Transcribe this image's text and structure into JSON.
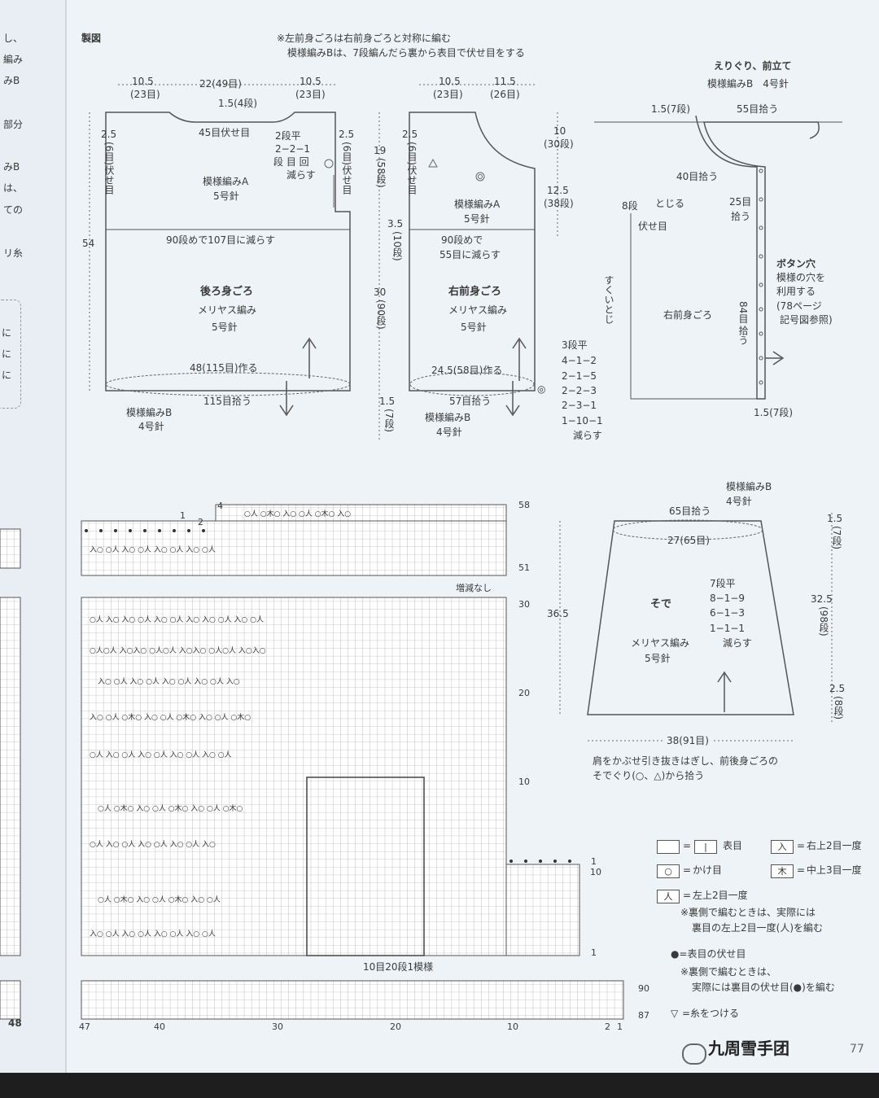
{
  "left_page": {
    "text_lines": [
      "し、",
      "編み",
      "みB",
      "",
      "部分",
      "",
      "みB",
      "は、",
      "ての",
      "",
      "リ糸"
    ],
    "side_text": [
      "に",
      "に",
      "に"
    ],
    "page_number": "48"
  },
  "header": {
    "section": "製図",
    "note1": "※左前身ごろは右前身ごろと対称に編む",
    "note2": "模様編みBは、7段編んだら裏から表目で伏せ目をする"
  },
  "back": {
    "dim_left": "10.5",
    "dim_left_sub": "(23目)",
    "dim_mid": "22(49目)",
    "dim_right": "10.5",
    "dim_right_sub": "(23目)",
    "neck_depth": "1.5(4段)",
    "bind_off": "45目伏せ目",
    "neck_dec": [
      "2段平",
      "2−2−1",
      "段 目 回",
      "減らす"
    ],
    "side_dim": "2.5",
    "side_dim_sub": "(6目)伏せ目",
    "pattern": "模様編みA",
    "needle": "5号針",
    "dec_note": "90段めで107目に減らす",
    "name": "後ろ身ごろ",
    "stitch": "メリヤス編み",
    "needle2": "5号針",
    "cast_on": "48(115目)作る",
    "pickup": "115目拾う",
    "hem": "模様編みB",
    "hem_needle": "4号針",
    "height": "54"
  },
  "mid_dims": {
    "d1": "19",
    "d1_sub": "(58段)",
    "d2": "3.5",
    "d2_sub": "(10段)",
    "d3": "30",
    "d3_sub": "(90段)",
    "d4": "1.5",
    "d4_sub": "(7段)"
  },
  "front": {
    "dim_left": "10.5",
    "dim_left_sub": "(23目)",
    "dim_right": "11.5",
    "dim_right_sub": "(26目)",
    "neck": "10",
    "neck_sub": "(30段)",
    "neck2": "12.5",
    "neck2_sub": "(38段)",
    "side_dim": "2.5",
    "side_dim_sub": "(6目)伏せ目",
    "pattern": "模様編みA",
    "needle": "5号針",
    "dec_note1": "90段めで",
    "dec_note2": "55目に減らす",
    "name": "右前身ごろ",
    "stitch": "メリヤス編み",
    "needle2": "5号針",
    "cast_on": "24.5(58目)作る",
    "pickup": "57目拾う",
    "hem": "模様編みB",
    "hem_needle": "4号針",
    "neck_dec": [
      "3段平",
      "4−1−2",
      "2−1−5",
      "2−2−3",
      "2−3−1",
      "1−10−1",
      "減らす"
    ],
    "mark": "◎"
  },
  "collar": {
    "title": "えりぐり、前立て",
    "subtitle": "模様編みB　4号針",
    "top_dim": "1.5(7段)",
    "pickup_top": "55目拾う",
    "pickup_40": "40目拾う",
    "close": "とじる",
    "rows8": "8段",
    "bind_off": "伏せ目",
    "seam": "すくいとじ",
    "pickup_25": "25目",
    "pickup_25b": "拾う",
    "buttonhole_title": "ボタン穴",
    "buttonhole_lines": [
      "模様の穴を",
      "利用する",
      "(78ページ",
      "記号図参照)"
    ],
    "body_name": "右前身ごろ",
    "pickup_84": "84目",
    "pickup_84b": "拾う",
    "bottom_dim": "1.5(7段)"
  },
  "sleeve": {
    "hem": "模様編みB",
    "hem_needle": "4号針",
    "pickup": "65目拾う",
    "top_width": "27(65目)",
    "name": "そで",
    "stitch": "メリヤス編み",
    "needle": "5号針",
    "inc": [
      "7段平",
      "8−1−9",
      "6−1−3",
      "1−1−1",
      "減らす"
    ],
    "height": "36.5",
    "d1": "1.5",
    "d1_sub": "(7段)",
    "d2": "32.5",
    "d2_sub": "(98段)",
    "d3": "2.5",
    "d3_sub": "(8段)",
    "bottom": "38(91目)",
    "note1": "肩をかぶせ引き抜きはぎし、前後身ごろの",
    "note2": "そでぐり(○、△)から拾う"
  },
  "chart": {
    "row_labels": {
      "r58": "58",
      "r51": "51",
      "r30": "30",
      "r20": "20",
      "r10": "10",
      "r1": "1",
      "r10b": "10",
      "r1b": "1",
      "r90": "90",
      "r87": "87",
      "r4": "4",
      "r2": "2",
      "r1c": "1"
    },
    "no_change": "増減なし",
    "repeat": "10目20段1模様",
    "col_labels": [
      "47",
      "40",
      "30",
      "20",
      "10",
      "2",
      "1"
    ]
  },
  "legend": {
    "knit": "表目",
    "knit_sym": "|",
    "yo": "かけ目",
    "yo_sym": "○",
    "k2tog_r": "右上2目一度",
    "k2tog_r_sym": "入",
    "k3tog": "中上3目一度",
    "k3tog_sym": "木",
    "k2tog_l": "左上2目一度",
    "k2tog_l_sym": "人",
    "k2tog_l_note1": "※裏側で編むときは、実際には",
    "k2tog_l_note2": "裏目の左上2目一度(人)を編む",
    "bindoff": "●=表目の伏せ目",
    "bindoff_note1": "※裏側で編むときは、",
    "bindoff_note2": "実際には裏目の伏せ目(●)を編む",
    "yarn": "=糸をつける",
    "eq": "="
  },
  "footer": {
    "page_number": "77",
    "watermark": "九周雪手团"
  }
}
